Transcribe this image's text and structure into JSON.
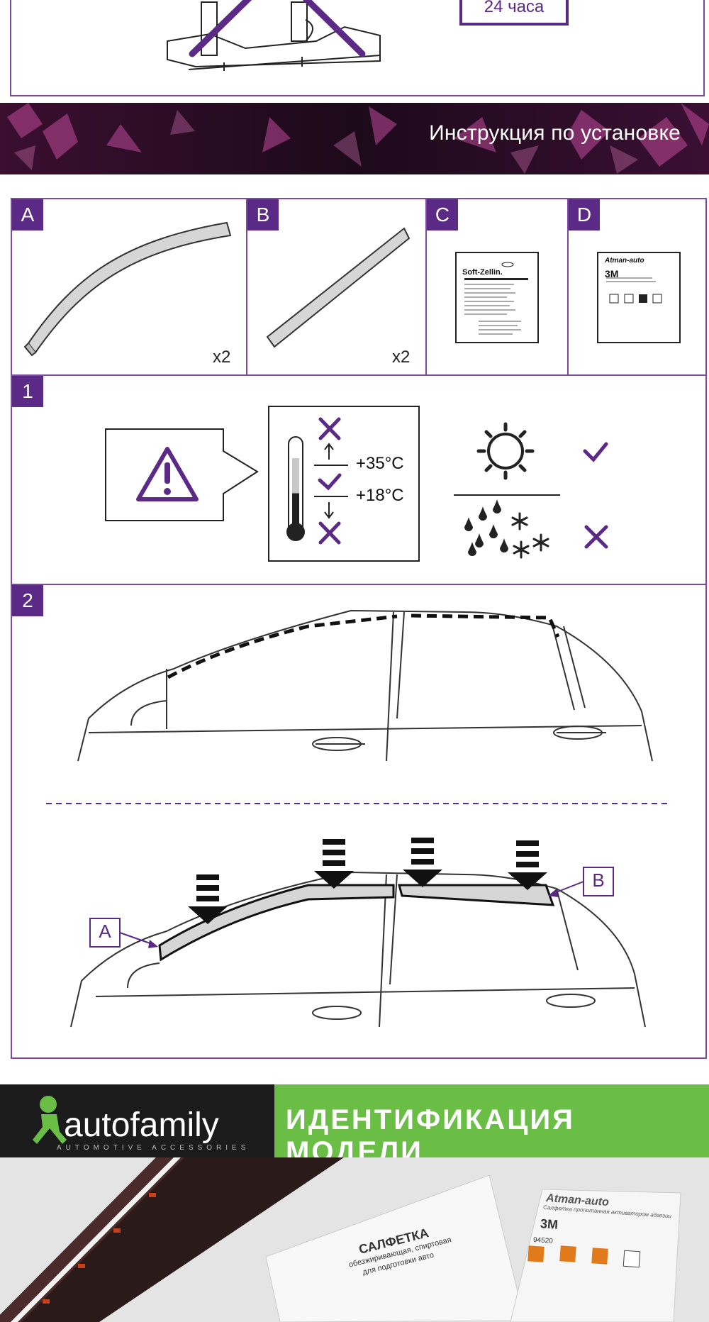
{
  "top_box": {
    "caption": "24 часа"
  },
  "banner": {
    "title": "Инструкция по установке"
  },
  "parts": [
    {
      "label": "A",
      "qty": "x2"
    },
    {
      "label": "B",
      "qty": "x2"
    },
    {
      "label": "C",
      "qty": ""
    },
    {
      "label": "D",
      "qty": ""
    }
  ],
  "step1": {
    "label": "1",
    "temp_high": "+35°C",
    "temp_low": "+18°C"
  },
  "step2": {
    "label": "2",
    "callout_a": "A",
    "callout_b": "B"
  },
  "footer": {
    "logo_text": "autofamily",
    "logo_sub": "AUTOMOTIVE ACCESSORIES",
    "section_title": "ИДЕНТИФИКАЦИЯ МОДЕЛИ"
  },
  "package_c": {
    "brand": "Soft-Zellin."
  },
  "package_d": {
    "brand": "Atman-auto",
    "sub": "3M"
  },
  "photo": {
    "wipe_title": "САЛФЕТКА",
    "wipe_sub1": "обезжиривающая, спиртовая",
    "wipe_sub2": "для подготовки авто",
    "pack_brand": "Atman-auto",
    "pack_sub": "Салфетка пропитанная активатором адгезии",
    "pack_3m": "3M",
    "pack_code": "94520"
  },
  "colors": {
    "accent": "#5b2a86",
    "green": "#6abd45",
    "dark": "#1b1b1b"
  }
}
